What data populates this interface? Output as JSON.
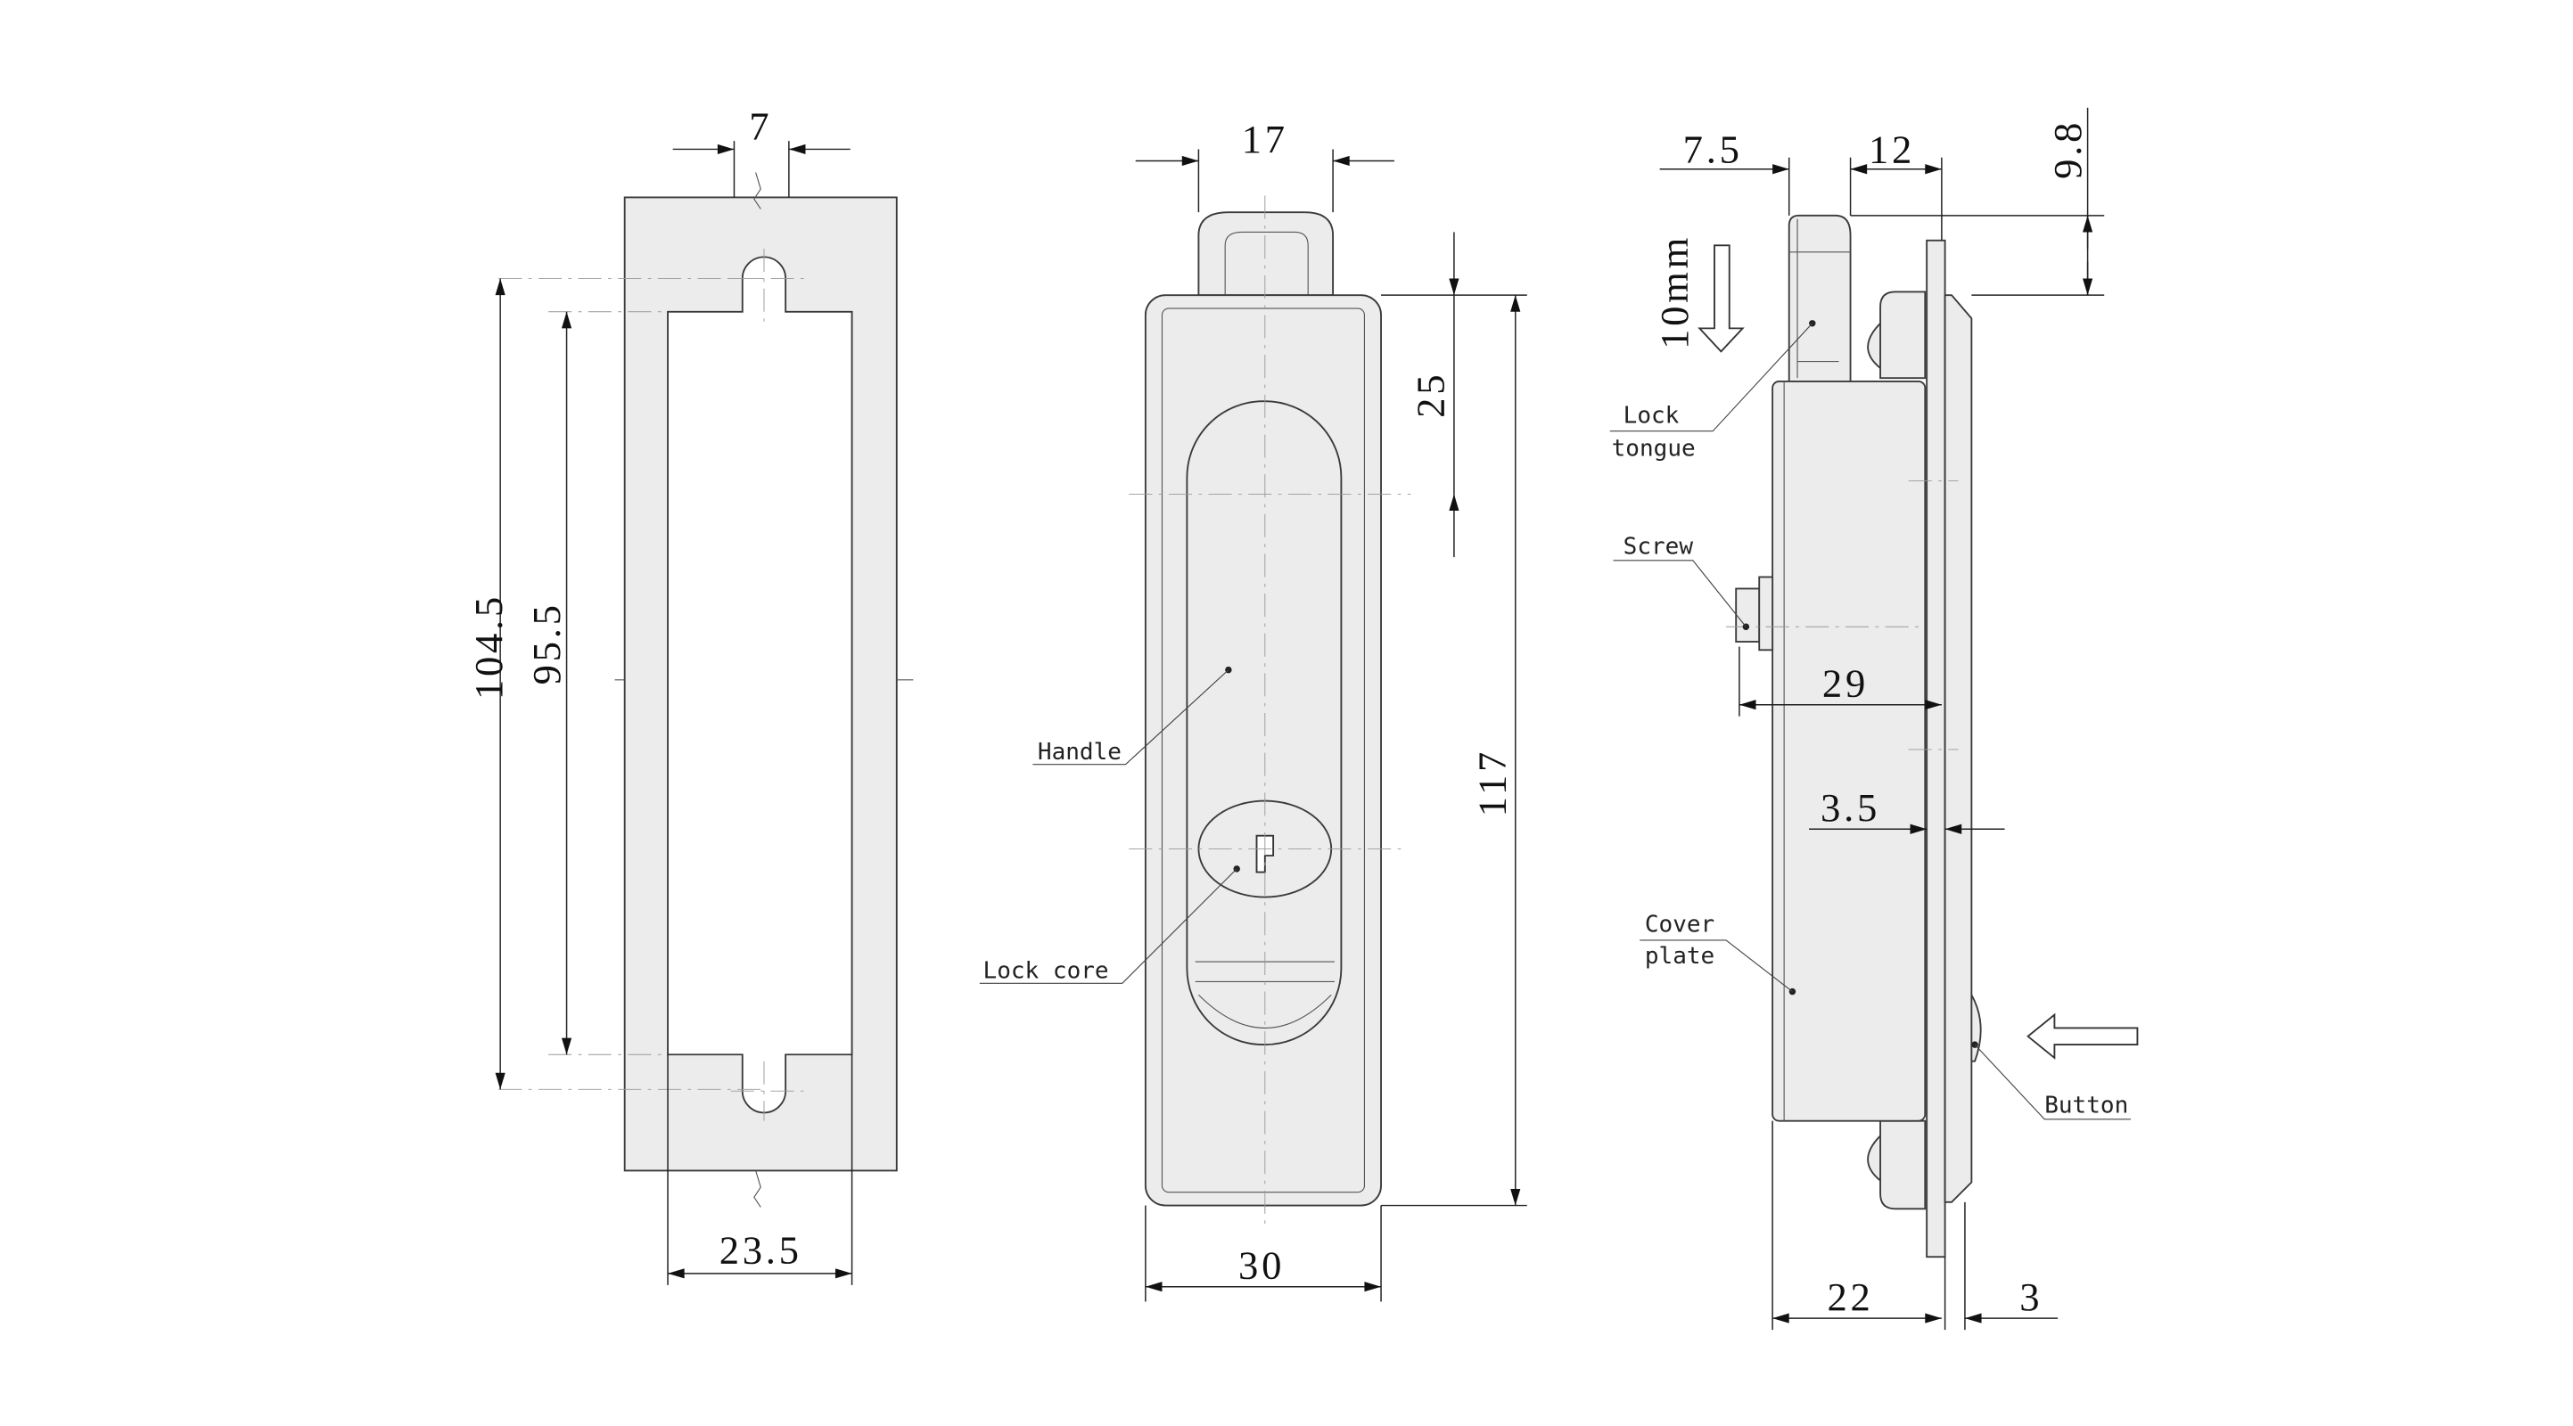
{
  "cutout_view": {
    "dims": {
      "slot_width": "7",
      "outer_height": "104.5",
      "inner_height": "95.5",
      "width": "23.5"
    }
  },
  "front_view": {
    "dims": {
      "tab_width": "17",
      "height": "117",
      "handle_offset": "25",
      "width": "30"
    },
    "labels": {
      "handle": "Handle",
      "lock_core": "Lock core"
    }
  },
  "side_view": {
    "dims": {
      "tongue_offset": "7.5",
      "tongue_depth": "12",
      "tongue_protrusion": "9.8",
      "stroke": "10mm",
      "screw_depth": "29",
      "plate_gap": "3.5",
      "body_depth": "22",
      "bezel": "3"
    },
    "labels": {
      "lock_tongue_1": "Lock",
      "lock_tongue_2": "tongue",
      "screw": "Screw",
      "cover_plate_1": "Cover",
      "cover_plate_2": "plate",
      "button": "Button"
    }
  }
}
